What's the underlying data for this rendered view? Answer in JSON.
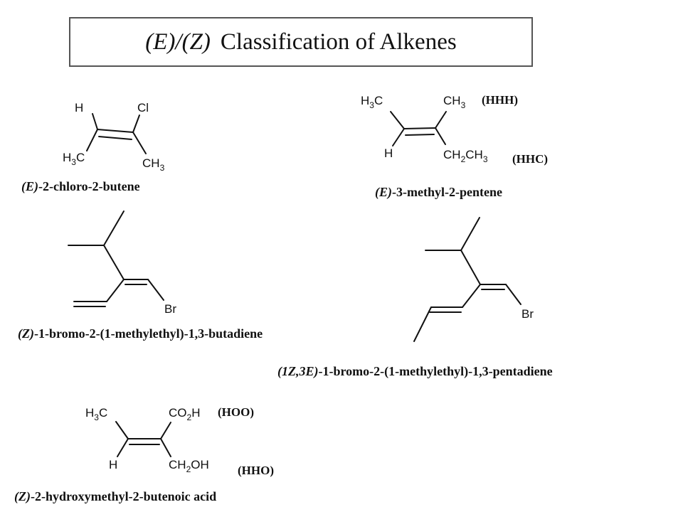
{
  "title": {
    "prefix": "(E)/(Z)",
    "text": "Classification of Alkenes"
  },
  "molecules": [
    {
      "name_prefix": "(E)",
      "name_rest": "-2-chloro-2-butene",
      "atoms": {
        "h": "H",
        "cl": "Cl",
        "h3c": "H",
        "h3c_sub": "3",
        "h3c_c": "C",
        "ch3": "CH",
        "ch3_sub": "3"
      }
    },
    {
      "name_prefix": "(E)",
      "name_rest": "-3-methyl-2-pentene",
      "atoms": {
        "h3c": "H",
        "h3c_sub": "3",
        "h3c_c": "C",
        "ch3": "CH",
        "ch3_sub": "3",
        "h": "H",
        "ch2": "CH",
        "ch2_sub": "2",
        "ch2_rest": "CH",
        "ch2_sub2": "3"
      },
      "priorities": [
        "(HHH)",
        "(HHC)"
      ]
    },
    {
      "name_prefix": "(Z)",
      "name_rest": "-1-bromo-2-(1-methylethyl)-1,3-butadiene",
      "atoms": {
        "br": "Br"
      }
    },
    {
      "name_prefix": "(1Z,3E)",
      "name_rest": "-1-bromo-2-(1-methylethyl)-1,3-pentadiene",
      "atoms": {
        "br": "Br"
      }
    },
    {
      "name_prefix": "(Z)",
      "name_rest": "-2-hydroxymethyl-2-butenoic acid",
      "atoms": {
        "h3c": "H",
        "h3c_sub": "3",
        "h3c_c": "C",
        "co2h": "CO",
        "co2h_sub": "2",
        "co2h_h": "H",
        "h": "H",
        "ch2oh": "CH",
        "ch2oh_sub": "2",
        "ch2oh_rest": "OH"
      },
      "priorities": [
        "(HOO)",
        "(HHO)"
      ]
    }
  ]
}
